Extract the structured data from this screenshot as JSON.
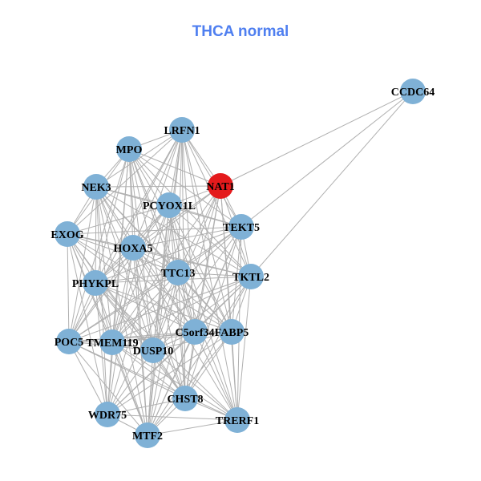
{
  "title": "THCA normal",
  "colors": {
    "node": "#7fb1d6",
    "highlight": "#e41a1c",
    "edge": "#b0b0b0",
    "title": "#4f7ff0"
  },
  "nodes": [
    {
      "label": "CCDC64"
    },
    {
      "label": "LRFN1"
    },
    {
      "label": "MPO"
    },
    {
      "label": "NAT1",
      "highlight": true
    },
    {
      "label": "NEK3"
    },
    {
      "label": "PCYOX1L"
    },
    {
      "label": "TEKT5"
    },
    {
      "label": "EXOG"
    },
    {
      "label": "HOXA5"
    },
    {
      "label": "TTC13"
    },
    {
      "label": "TKTL2"
    },
    {
      "label": "PHYKPL"
    },
    {
      "label": "POC5"
    },
    {
      "label": "TMEM119"
    },
    {
      "label": "DUSP10"
    },
    {
      "label": "C5orf34"
    },
    {
      "label": "FABP5"
    },
    {
      "label": "CHST8"
    },
    {
      "label": "WDR75"
    },
    {
      "label": "MTF2"
    },
    {
      "label": "TRERF1"
    }
  ],
  "adjacency": {
    "0": [
      3,
      6,
      10
    ],
    "1": [
      2,
      3,
      4,
      5,
      6,
      7,
      8,
      9,
      10,
      11,
      12,
      13,
      14,
      15,
      16,
      17,
      19,
      20
    ],
    "2": [
      3,
      4,
      5,
      6,
      7,
      8,
      9,
      10,
      11,
      12,
      13,
      14,
      15,
      16,
      17,
      18,
      19
    ],
    "3": [
      4,
      5,
      6,
      8,
      9,
      10,
      11,
      13,
      14,
      15,
      16,
      17,
      19,
      20
    ],
    "4": [
      5,
      6,
      7,
      8,
      9,
      10,
      11,
      12,
      13,
      14,
      15,
      16,
      17,
      18,
      19
    ],
    "5": [
      6,
      7,
      8,
      9,
      10,
      11,
      12,
      13,
      14,
      15,
      16,
      17,
      18,
      19,
      20
    ],
    "6": [
      7,
      8,
      9,
      10,
      11,
      12,
      13,
      14,
      15,
      16,
      17,
      19,
      20
    ],
    "7": [
      8,
      9,
      10,
      11,
      12,
      13,
      14,
      15,
      16,
      17,
      18,
      19
    ],
    "8": [
      9,
      10,
      11,
      12,
      13,
      14,
      15,
      16,
      17,
      18,
      19,
      20
    ],
    "9": [
      10,
      11,
      12,
      13,
      14,
      15,
      16,
      17,
      18,
      19,
      20
    ],
    "10": [
      11,
      12,
      13,
      14,
      15,
      16,
      17,
      18,
      19,
      20
    ],
    "11": [
      12,
      13,
      14,
      15,
      16,
      17,
      18,
      19,
      20
    ],
    "12": [
      13,
      14,
      15,
      16,
      17,
      18,
      19,
      20
    ],
    "13": [
      14,
      15,
      16,
      17,
      18,
      19,
      20
    ],
    "14": [
      15,
      16,
      17,
      18,
      19,
      20
    ],
    "15": [
      16,
      17,
      18,
      19,
      20
    ],
    "16": [
      17,
      18,
      19,
      20
    ],
    "17": [
      18,
      19,
      20
    ],
    "18": [
      19,
      20
    ],
    "19": [
      20
    ]
  }
}
